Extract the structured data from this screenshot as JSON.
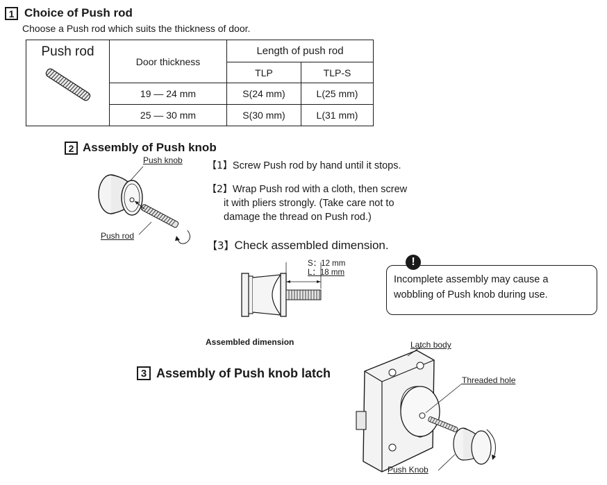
{
  "section1": {
    "number": "1",
    "title": "Choice of Push rod",
    "intro": "Choose a Push rod which suits the thickness of door.",
    "table": {
      "corner_label": "Push rod",
      "col_door": "Door thickness",
      "col_length": "Length of push rod",
      "sub_headers": [
        "TLP",
        "TLP-S"
      ],
      "rows": [
        {
          "thickness": "19 — 24 mm",
          "tlp": "S(24 mm)",
          "tlps": "L(25 mm)"
        },
        {
          "thickness": "25 — 30 mm",
          "tlp": "S(30 mm)",
          "tlps": "L(31 mm)"
        }
      ]
    }
  },
  "section2": {
    "number": "2",
    "title": "Assembly of Push knob",
    "label_knob": "Push knob",
    "label_rod": "Push rod",
    "steps": [
      {
        "num": "【1】",
        "lines": [
          "Screw Push rod by hand until it stops."
        ]
      },
      {
        "num": "【2】",
        "lines": [
          "Wrap Push rod with a cloth, then screw",
          "it with pliers strongly. (Take care not to",
          "damage the thread on Push rod.)"
        ]
      },
      {
        "num": "【3】",
        "lines": [
          "Check assembled dimension."
        ]
      }
    ],
    "dim_s": "S：12 mm",
    "dim_l": "L：18 mm",
    "dim_caption": "Assembled dimension",
    "warning_lines": [
      "Incomplete assembly may cause a",
      "wobbling of Push knob during use."
    ]
  },
  "section3": {
    "number": "3",
    "title": "Assembly of Push knob latch",
    "label_latch_body": "Latch body",
    "label_threaded_hole": "Threaded hole",
    "label_push_knob": "Push Knob"
  }
}
